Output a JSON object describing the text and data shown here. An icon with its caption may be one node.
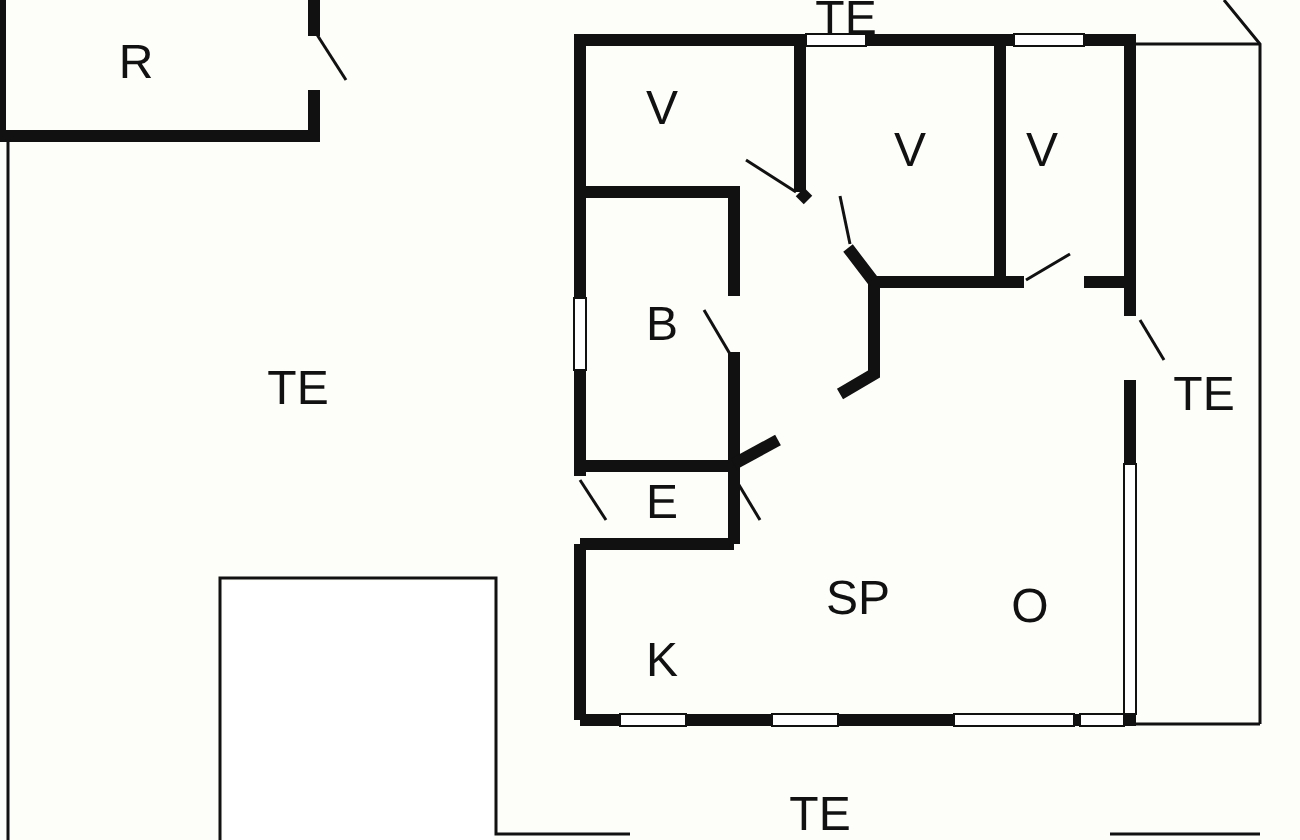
{
  "diagram": {
    "labels": [
      "TE",
      "R",
      "V",
      "V",
      "V",
      "B",
      "TE",
      "TE",
      "E",
      "SP",
      "O",
      "K",
      "TE"
    ]
  }
}
